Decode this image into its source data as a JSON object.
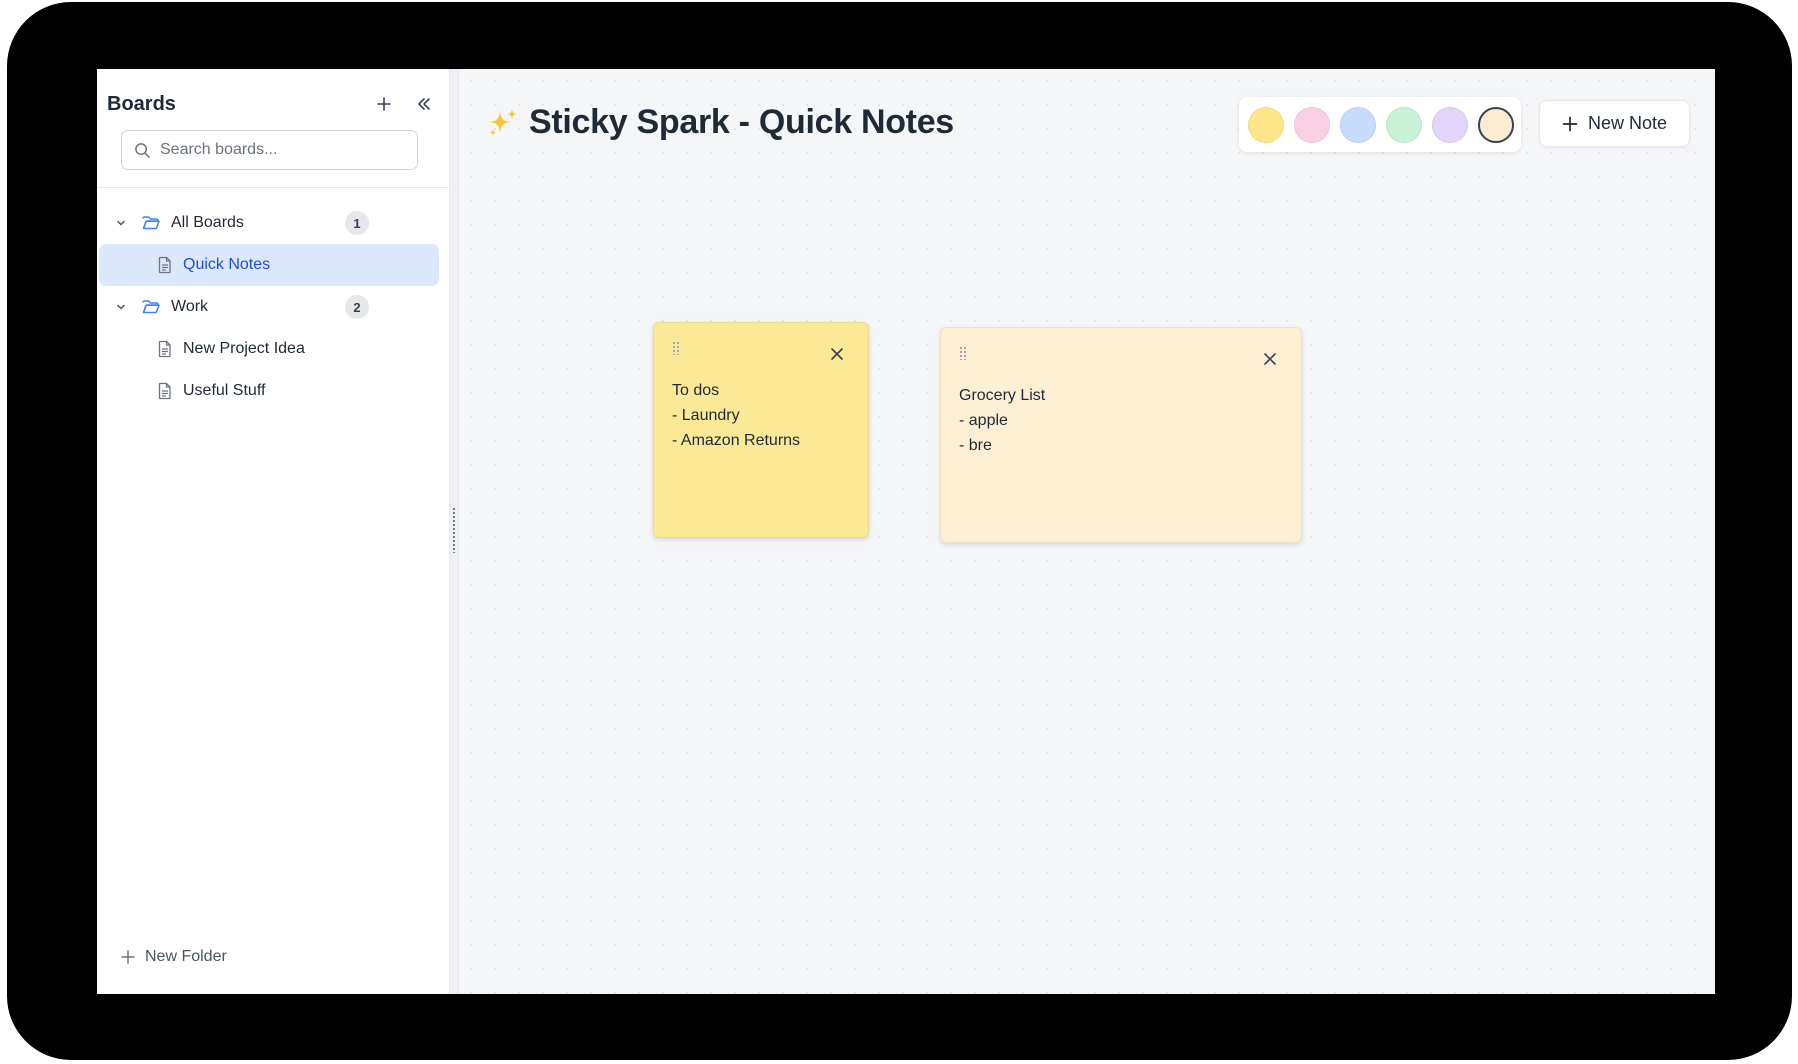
{
  "sidebar": {
    "title": "Boards",
    "search_placeholder": "Search boards...",
    "folders": [
      {
        "label": "All Boards",
        "count": "1",
        "items": [
          {
            "label": "Quick Notes",
            "active": true
          }
        ]
      },
      {
        "label": "Work",
        "count": "2",
        "items": [
          {
            "label": "New Project Idea"
          },
          {
            "label": "Useful Stuff"
          }
        ]
      }
    ],
    "new_folder_label": "New Folder"
  },
  "header": {
    "title": "Sticky Spark - Quick Notes",
    "new_note_label": "New Note",
    "colors": [
      "#fde68a",
      "#f9d0e3",
      "#c7dcfc",
      "#c8f2d6",
      "#e2d4fb",
      "#fdebd2"
    ],
    "selected_color": "#fdebd2"
  },
  "notes": [
    {
      "text": "To dos\n- Laundry\n- Amazon Returns",
      "color": "#fbe995"
    },
    {
      "text": "Grocery List\n- apple\n- bre",
      "color": "#fdefd4"
    }
  ]
}
